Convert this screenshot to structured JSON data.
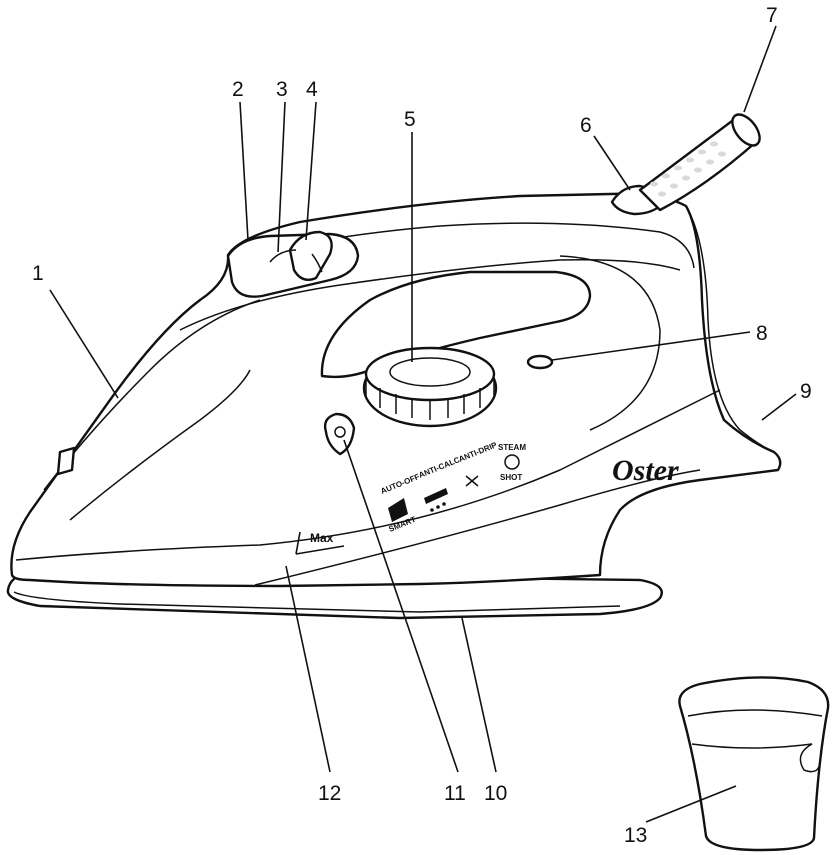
{
  "brand": "Oster",
  "max_label": "Max",
  "panel_labels": {
    "auto_off": "AUTO-OFF",
    "smart": "SMART",
    "anti_calc": "ANTI-CALC",
    "anti_drip": "ANTI-DRIP",
    "steam": "STEAM",
    "shot": "SHOT"
  },
  "callouts": [
    {
      "id": "1",
      "label": "1"
    },
    {
      "id": "2",
      "label": "2"
    },
    {
      "id": "3",
      "label": "3"
    },
    {
      "id": "4",
      "label": "4"
    },
    {
      "id": "5",
      "label": "5"
    },
    {
      "id": "6",
      "label": "6"
    },
    {
      "id": "7",
      "label": "7"
    },
    {
      "id": "8",
      "label": "8"
    },
    {
      "id": "9",
      "label": "9"
    },
    {
      "id": "10",
      "label": "10"
    },
    {
      "id": "11",
      "label": "11"
    },
    {
      "id": "12",
      "label": "12"
    },
    {
      "id": "13",
      "label": "13"
    }
  ]
}
